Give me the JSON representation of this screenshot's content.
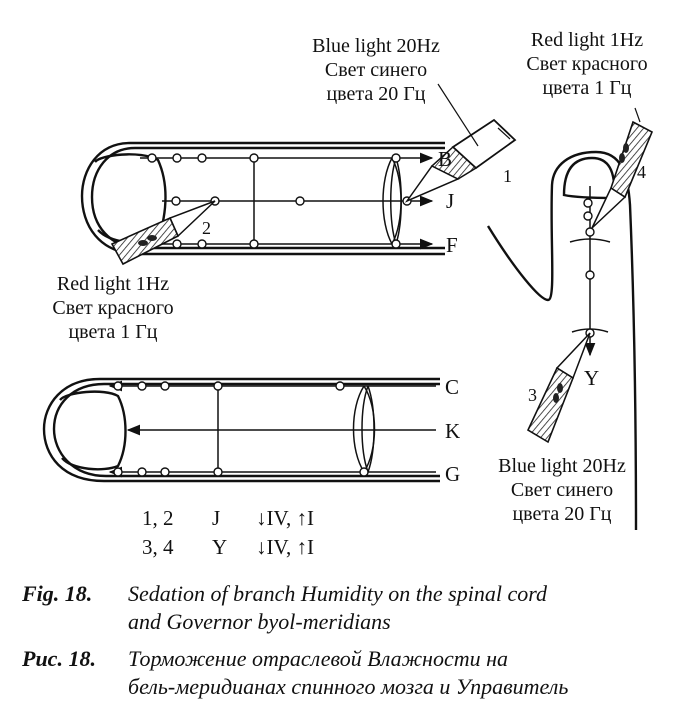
{
  "labels": {
    "blue_top_en": "Blue light 20Hz",
    "blue_top_ru1": "Свет синего",
    "blue_top_ru2": "цвета 20 Гц",
    "red_top_en": "Red light 1Hz",
    "red_top_ru1": "Свет красного",
    "red_top_ru2": "цвета 1 Гц",
    "red_left_en": "Red light 1Hz",
    "red_left_ru1": "Свет красного",
    "red_left_ru2": "цвета 1 Гц",
    "blue_bottom_en": "Blue light 20Hz",
    "blue_bottom_ru1": "Свет синего",
    "blue_bottom_ru2": "цвета 20 Гц"
  },
  "meridian_letters": {
    "b": "B",
    "j": "J",
    "f": "F",
    "c": "C",
    "k": "K",
    "g": "G",
    "y": "Y"
  },
  "probe_numbers": {
    "p1": "1",
    "p2": "2",
    "p3": "3",
    "p4": "4"
  },
  "table": {
    "rows": [
      {
        "points": "1, 2",
        "meridian": "J",
        "action": "↓IV, ↑I"
      },
      {
        "points": "3, 4",
        "meridian": "Y",
        "action": "↓IV, ↑I"
      }
    ]
  },
  "caption": {
    "en_label": "Fig. 18.",
    "en_line1": "Sedation of branch Humidity on the spinal cord",
    "en_line2": "and Governor byol-meridians",
    "ru_label": "Рис. 18.",
    "ru_line1": "Торможение отраслевой Влажности на",
    "ru_line2": "бель-меридианах спинного мозга и Управитель"
  }
}
